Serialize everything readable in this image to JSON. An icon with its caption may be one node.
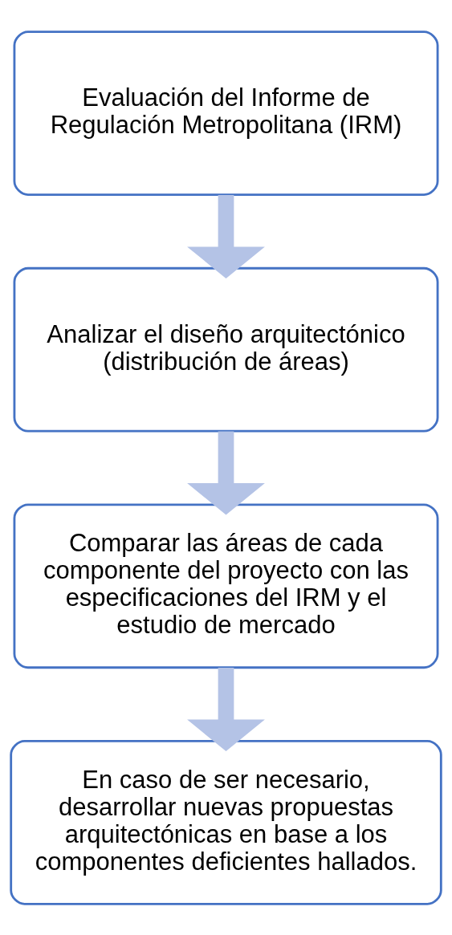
{
  "diagram": {
    "nodes": [
      {
        "text": [
          "Evaluación del Informe de Regulación Metropolitana (IRM)"
        ]
      },
      {
        "text": [
          "Analizar el diseño arquitectónico (distribución de áreas)"
        ]
      },
      {
        "text": [
          "Comparar las áreas de cada componente del proyecto con las especificaciones del IRM y el estudio de mercado"
        ]
      },
      {
        "text": [
          "En caso de ser necesario, desarrollar nuevas propuestas arquitectónicas en base a los componentes deficientes hallados."
        ]
      }
    ],
    "edges": [
      {
        "from": 0,
        "to": 1,
        "arrow": "to"
      },
      {
        "from": 1,
        "to": 2,
        "arrow": "to"
      },
      {
        "from": 2,
        "to": 3,
        "arrow": "to"
      }
    ]
  }
}
